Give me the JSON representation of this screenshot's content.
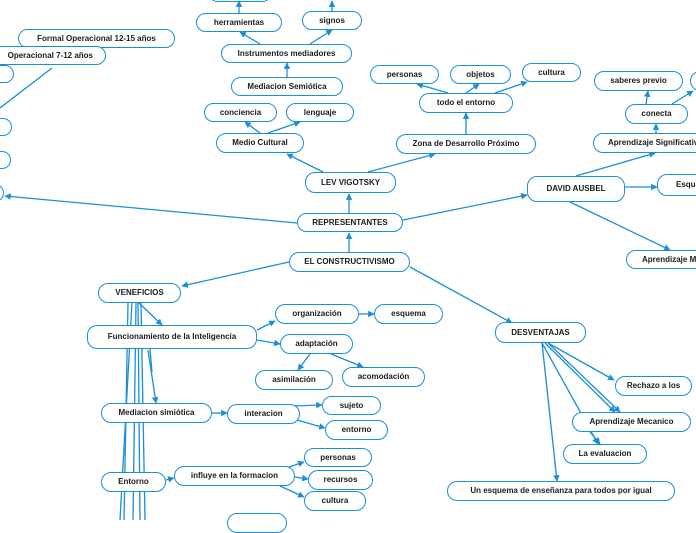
{
  "nodes": {
    "herramientas": "herramientas",
    "signos": "signos",
    "formal_op": "Formal Operacional 12-15 años",
    "concreto_op": "Operacional 7-12 años",
    "instrumentos": "Instrumentos mediadores",
    "personas_top": "personas",
    "objetos": "objetos",
    "cultura_top": "cultura",
    "saberes_previo": "saberes previo",
    "mediacion_semiotica_top": "Mediacion Semiótica",
    "todo_entorno": "todo el entorno",
    "conecta": "conecta",
    "conciencia": "conciencia",
    "lenguaje": "lenguaje",
    "medio_cultural": "Medio Cultural",
    "zona_desarrollo": "Zona de Desarrollo Próximo",
    "aprendizaje_signif": "Aprendizaje Significativo",
    "lev": "LEV VIGOTSKY",
    "david": "DAVID AUSBEL",
    "esquemas_right": "Esquemas",
    "representantes": "REPRESENTANTES",
    "aprendizaje_m_right": "Aprendizaje Memorístico",
    "constructivismo": "EL CONSTRUCTIVISMO",
    "beneficios": "VENEFICIOS",
    "organizacion": "organización",
    "esquema": "esquema",
    "funcionamiento": "Funcionamiento de la Inteligencia",
    "adaptacion": "adaptación",
    "desventajas": "DESVENTAJAS",
    "asimilacion": "asimilación",
    "acomodacion": "acomodación",
    "rechazo": "Rechazo a los",
    "mediacion_semiotica": "Mediacion simiótica",
    "interacion": "interacion",
    "sujeto": "sujeto",
    "aprendizaje_mecanico": "Aprendizaje Mecanico",
    "entorno_sub": "entorno",
    "la_evaluacion": "La evaluacion",
    "entorno": "Entorno",
    "influye": "influye en la formacion",
    "personas": "personas",
    "recursos": "recursos",
    "cultura": "cultura",
    "un_esquema": "Un esquema de enseñanza para todos por igual"
  },
  "colors": {
    "line": "#1a8fd6",
    "node_border": "#1a8fd6",
    "text": "#1b1b1b"
  }
}
